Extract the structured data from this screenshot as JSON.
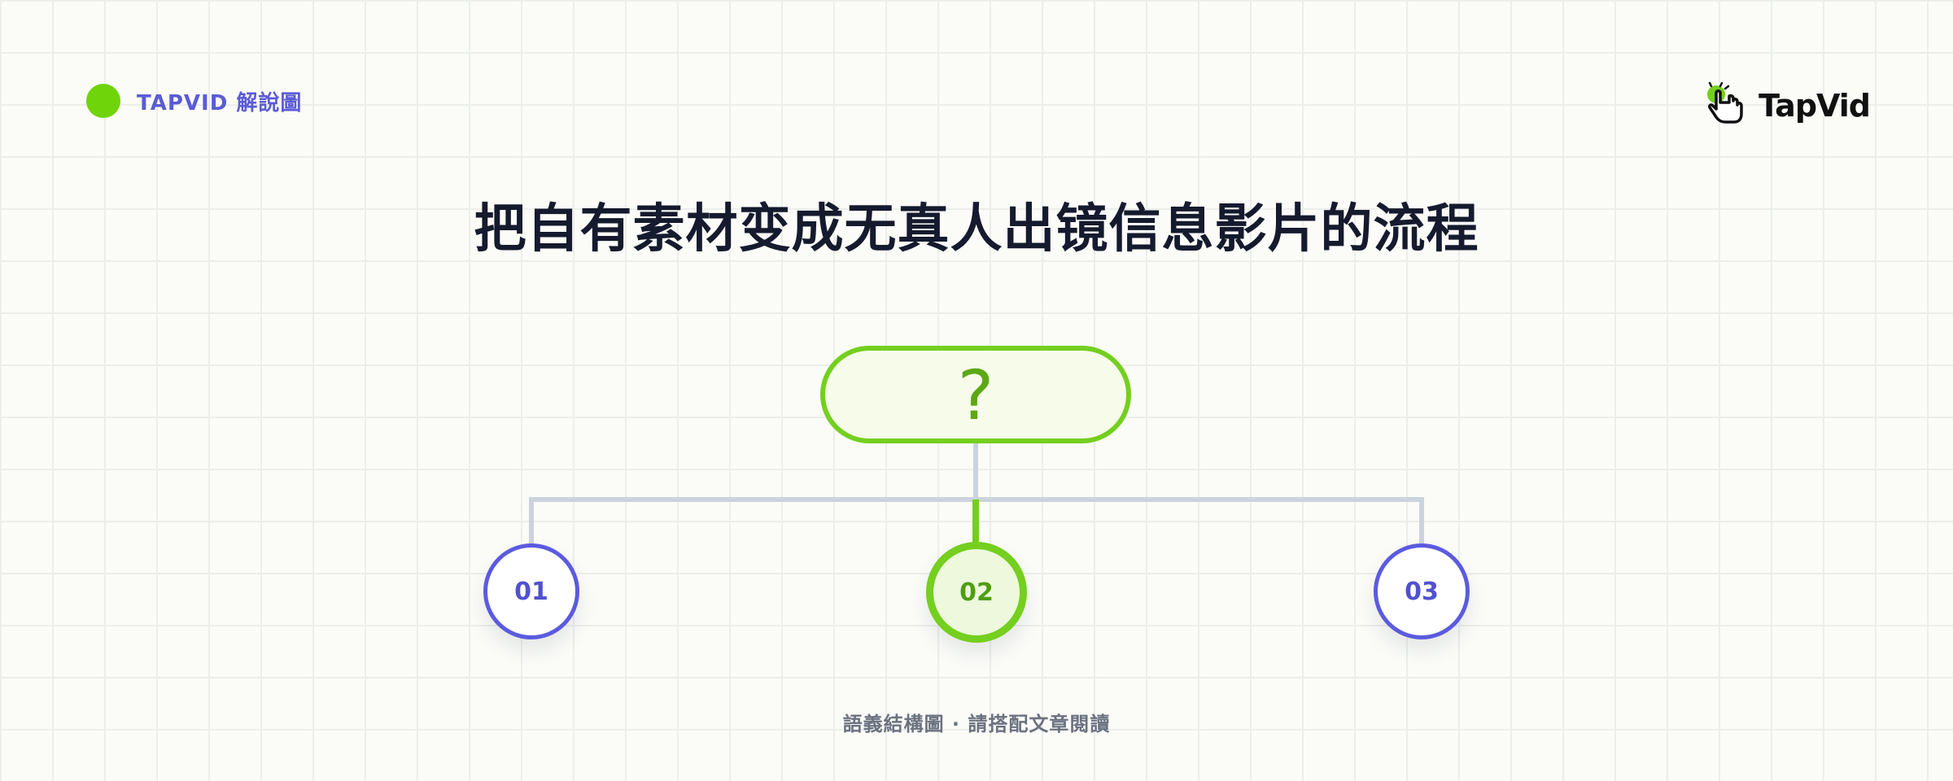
{
  "brand_tag": {
    "label": "TAPVID 解說圖"
  },
  "logo": {
    "text": "TapVid",
    "icon": "pointing-hand-icon"
  },
  "title": "把自有素材变成无真人出镜信息影片的流程",
  "diagram": {
    "root": {
      "label": "?"
    },
    "children": [
      {
        "label": "01",
        "state": "default"
      },
      {
        "label": "02",
        "state": "highlighted"
      },
      {
        "label": "03",
        "state": "default"
      }
    ]
  },
  "footnote": "語義結構圖 · 請搭配文章閱讀",
  "colors": {
    "accent_green": "#74cf1e",
    "accent_purple": "#5b5bde",
    "title": "#151a2e",
    "connector": "#cbd3de",
    "footnote": "#6b7280"
  }
}
